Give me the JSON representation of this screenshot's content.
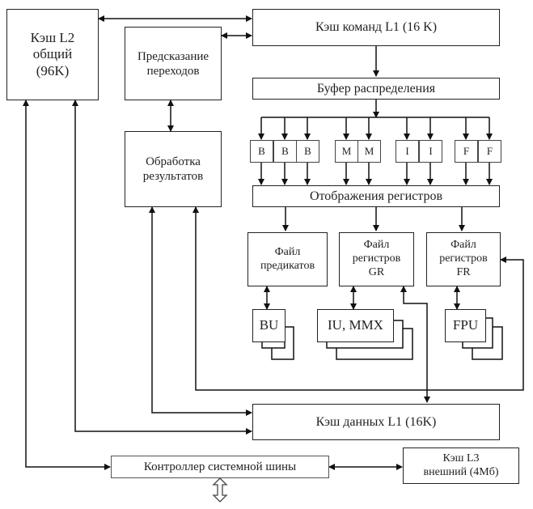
{
  "diagram": {
    "l2_cache": "Кэш  L2\nобщий\n(96K)",
    "branch_prediction": "Предсказание\nпереходов",
    "result_processing": "Обработка\nрезультатов",
    "l1_instr_cache": "Кэш  команд L1 (16 K)",
    "dispatch_buffer": "Буфер распределения",
    "ports": [
      "B",
      "B",
      "B",
      "M",
      "M",
      "I",
      "I",
      "F",
      "F"
    ],
    "register_mapping": "Отображения регистров",
    "predicate_file": "Файл\nпредикатов",
    "gr_file": "Файл\nрегистров\nGR",
    "fr_file": "Файл\nрегистров\nFR",
    "bu": "BU",
    "iu_mmx": "IU, MMX",
    "fpu": "FPU",
    "l1_data_cache": "Кэш  данных L1 (16K)",
    "bus_controller": "Контроллер системной шины",
    "l3_cache": "Кэш L3\nвнешний (4Мб)"
  }
}
